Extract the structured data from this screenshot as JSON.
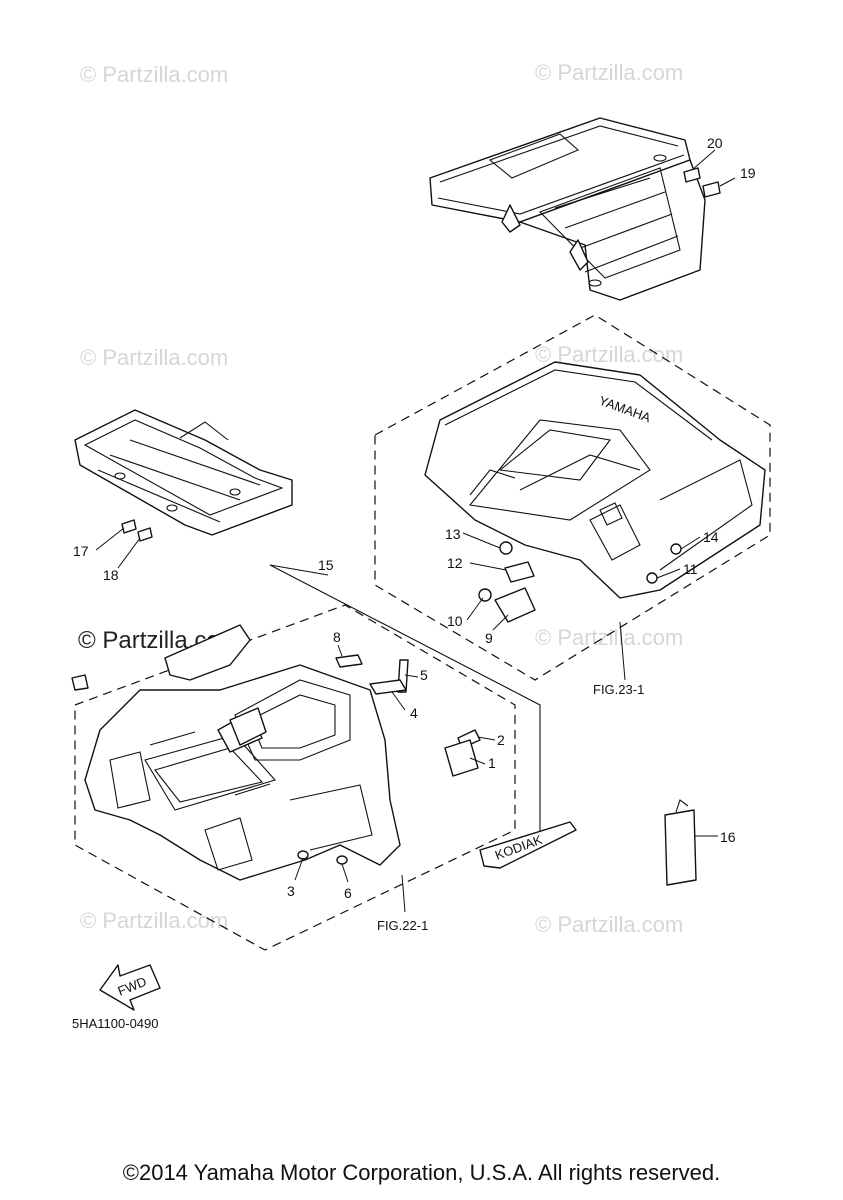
{
  "watermarks": {
    "text": "© Partzilla.com",
    "logo_text": "© Partzilla.com"
  },
  "callouts": [
    "1",
    "2",
    "3",
    "4",
    "5",
    "6",
    "8",
    "9",
    "10",
    "11",
    "12",
    "13",
    "14",
    "15",
    "16",
    "17",
    "18",
    "19",
    "20"
  ],
  "figure_refs": {
    "rear": "FIG.23-1",
    "front": "FIG.22-1"
  },
  "direction_label": "FWD",
  "decal_text": "KODIAK",
  "fender_emblem": "YAMAHA",
  "diagram_code": "5HA1100-0490",
  "copyright": "©2014 Yamaha Motor Corporation, U.S.A. All rights reserved."
}
